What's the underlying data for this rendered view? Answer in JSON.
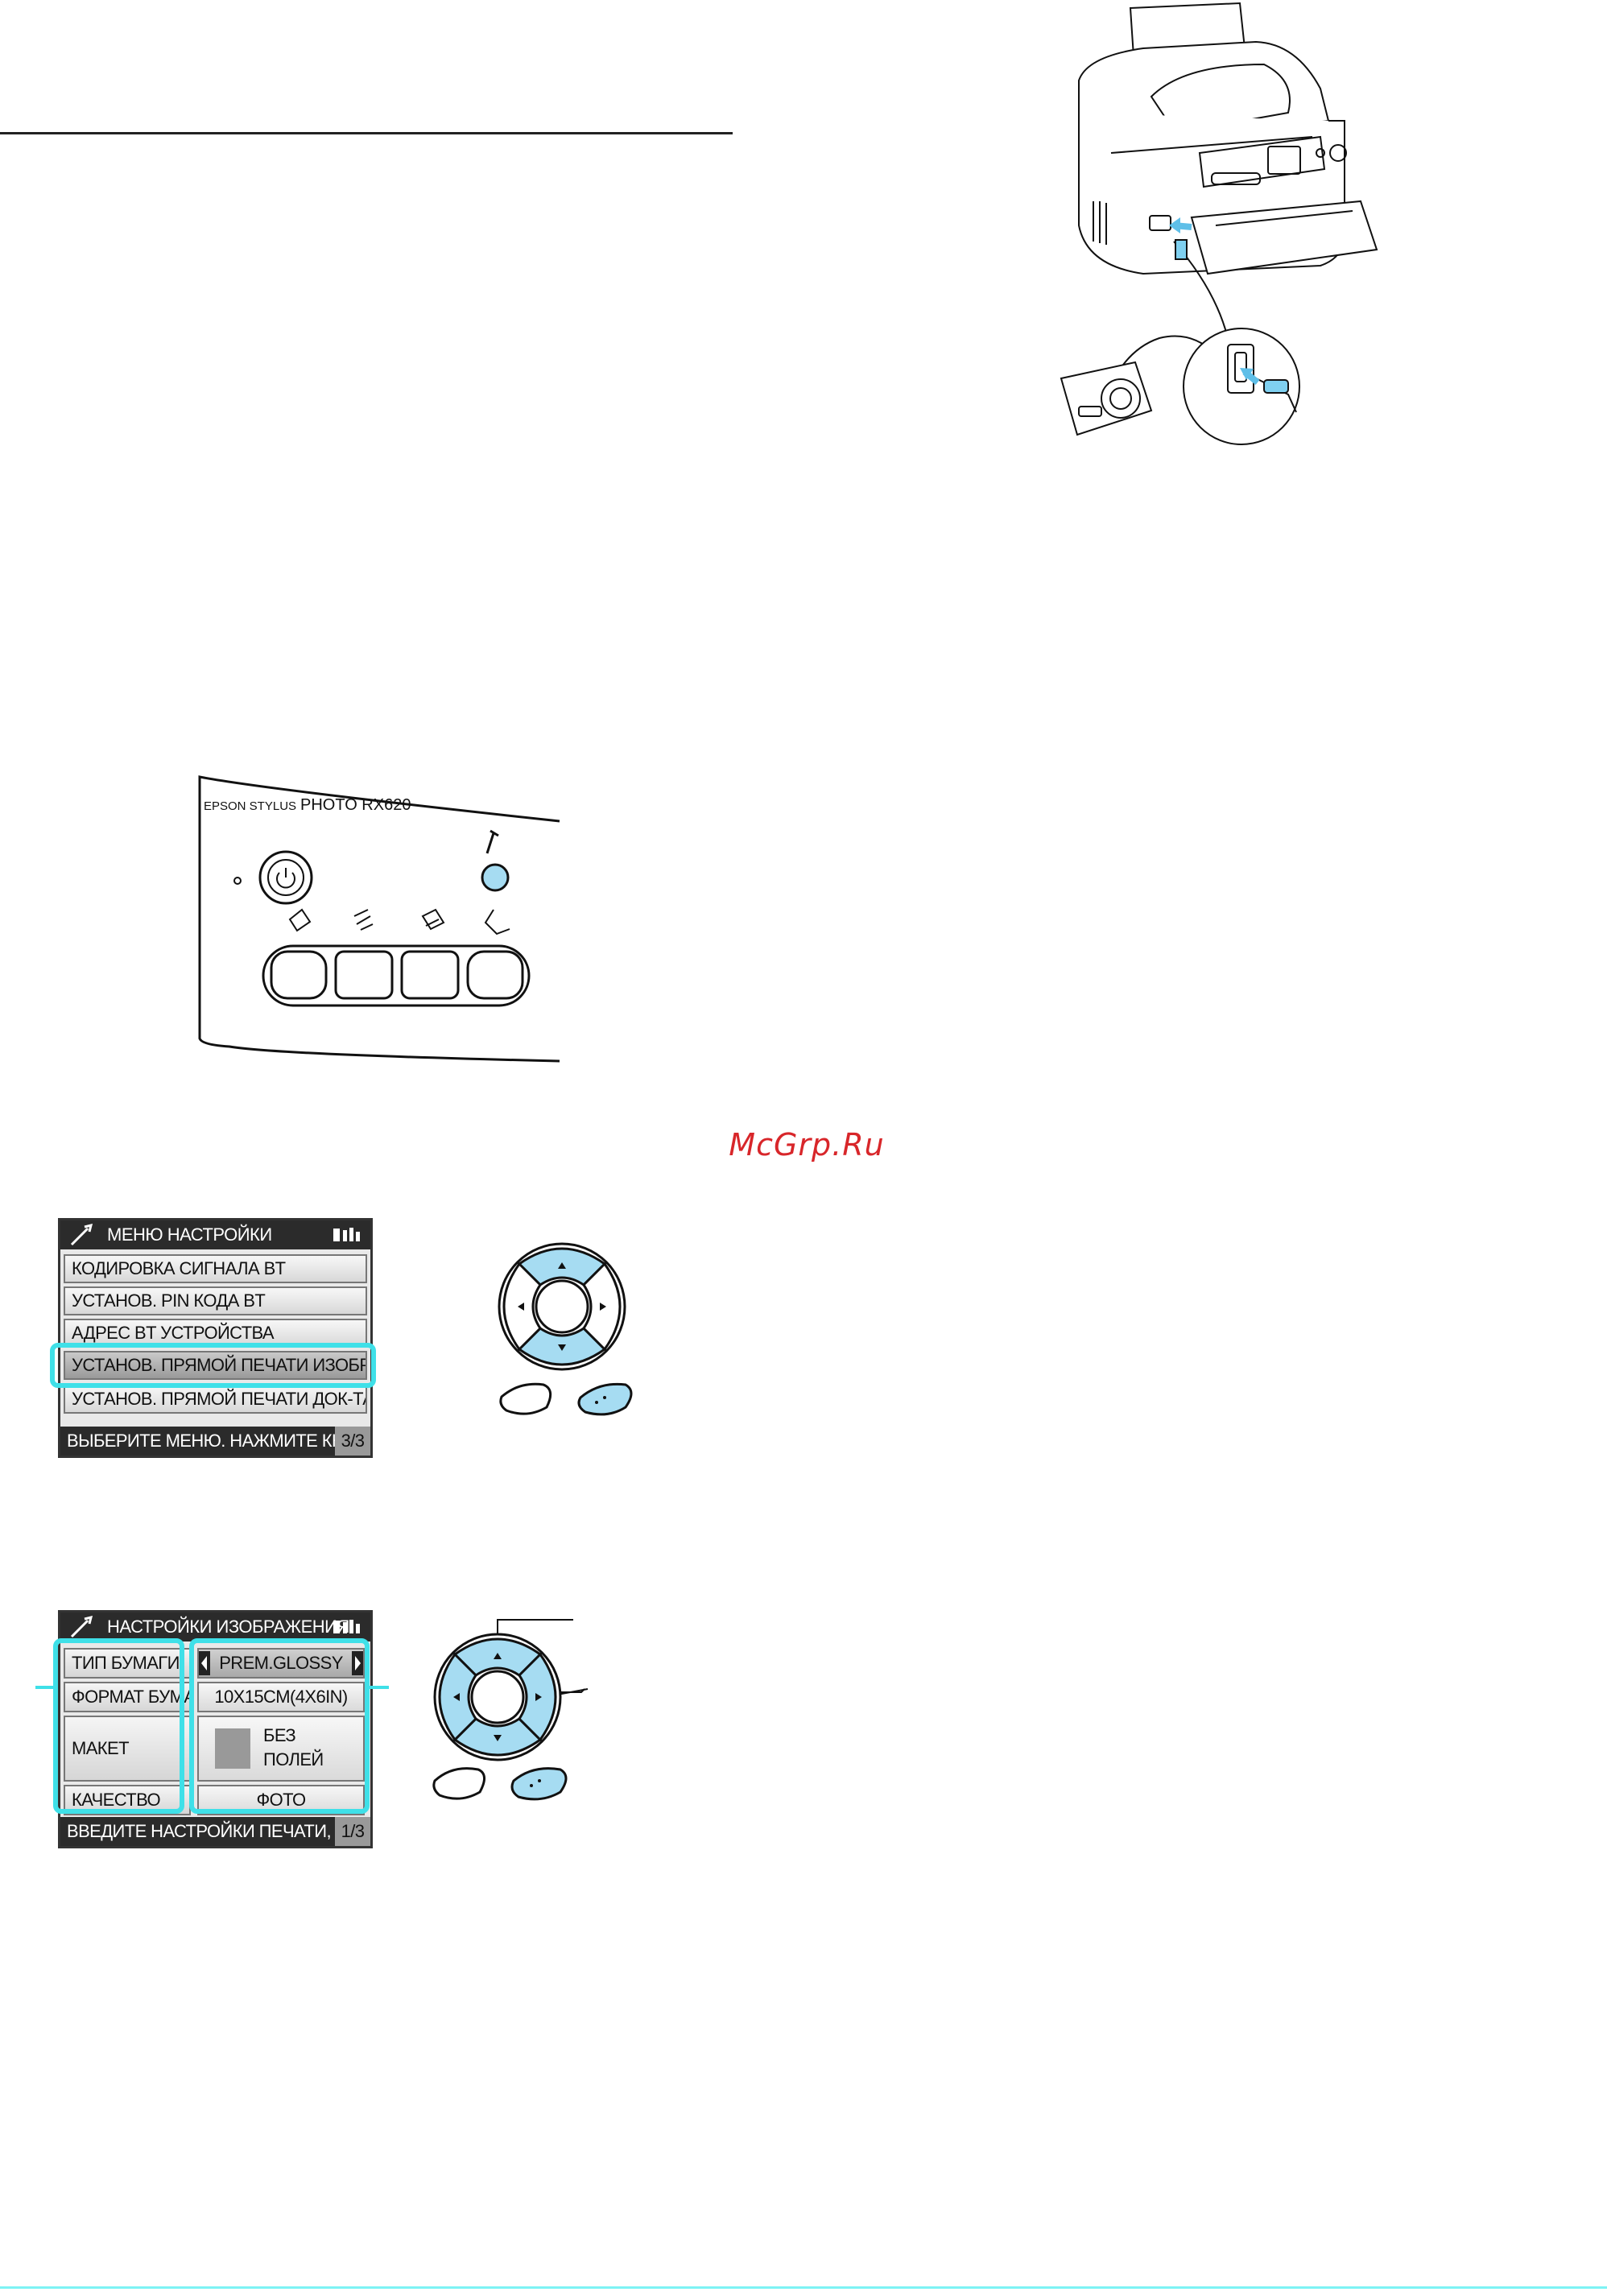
{
  "watermark": "McGrp.Ru",
  "control_panel": {
    "model_prefix": "EPSON STYLUS",
    "model_name": "PHOTO RX620"
  },
  "screen1": {
    "title": "МЕНЮ НАСТРОЙКИ",
    "items": [
      "КОДИРОВКА СИГНАЛА BT",
      "УСТАНОВ. PIN КОДА BT",
      "АДРЕС BT УСТРОЙСТВА",
      "УСТАНОВ. ПРЯМОЙ ПЕЧАТИ ИЗОБР.",
      "УСТАНОВ. ПРЯМОЙ ПЕЧАТИ ДОК-ТА"
    ],
    "selected_index": 3,
    "status": "ВЫБЕРИТЕ МЕНЮ. НАЖМИТЕ КНОПКУ OK",
    "page": "3/3"
  },
  "screen2": {
    "title": "НАСТРОЙКИ ИЗОБРАЖЕНИЯ",
    "rows": [
      {
        "label": "ТИП БУМАГИ",
        "value": "PREM.GLOSSY"
      },
      {
        "label": "ФОРМАТ БУМАГИ",
        "value": "10X15CM(4X6IN)"
      },
      {
        "label": "МАКЕТ",
        "value_line1": "БЕЗ",
        "value_line2": "ПОЛЕЙ"
      },
      {
        "label": "КАЧЕСТВО",
        "value": "ФОТО"
      }
    ],
    "status": "ВВЕДИТЕ НАСТРОЙКИ ПЕЧАТИ, ЗАТЕМ НА",
    "page": "1/3"
  },
  "colors": {
    "highlight": "#3fe0e8",
    "button_blue": "#a6dcf2",
    "watermark": "#d8262a"
  }
}
